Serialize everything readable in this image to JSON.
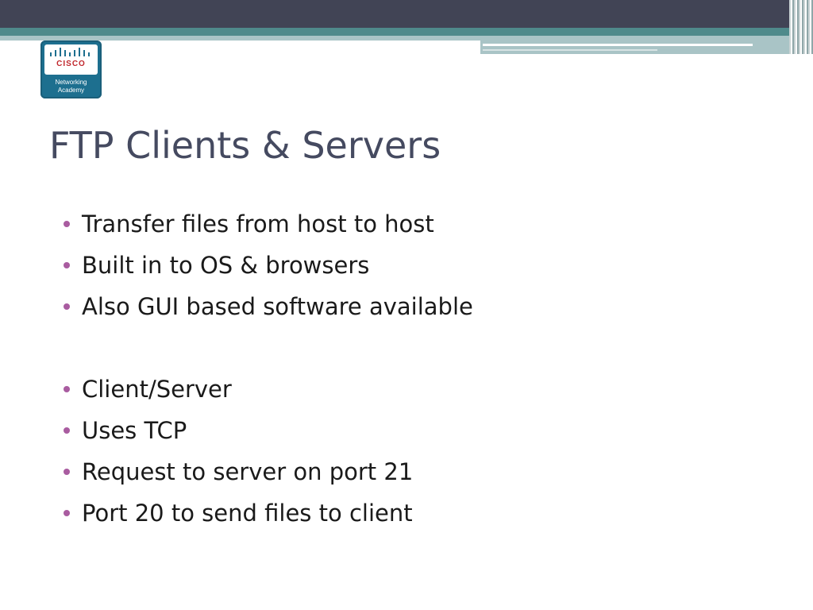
{
  "title": "FTP Clients & Servers",
  "logo": {
    "brand": "CISCO",
    "line1": "Networking",
    "line2": "Academy"
  },
  "bullets": [
    "Transfer files from host to host",
    "Built in to OS & browsers",
    "Also GUI based software available",
    "",
    "Client/Server",
    "Uses TCP",
    "Request to server on port 21",
    "Port 20 to send files to client"
  ],
  "colors": {
    "title": "#454a60",
    "bullet": "#a95ca0",
    "header_dark": "#414455",
    "header_teal": "#4f8a8b",
    "logo_blue": "#1d6f8f",
    "logo_red": "#c1272d"
  }
}
